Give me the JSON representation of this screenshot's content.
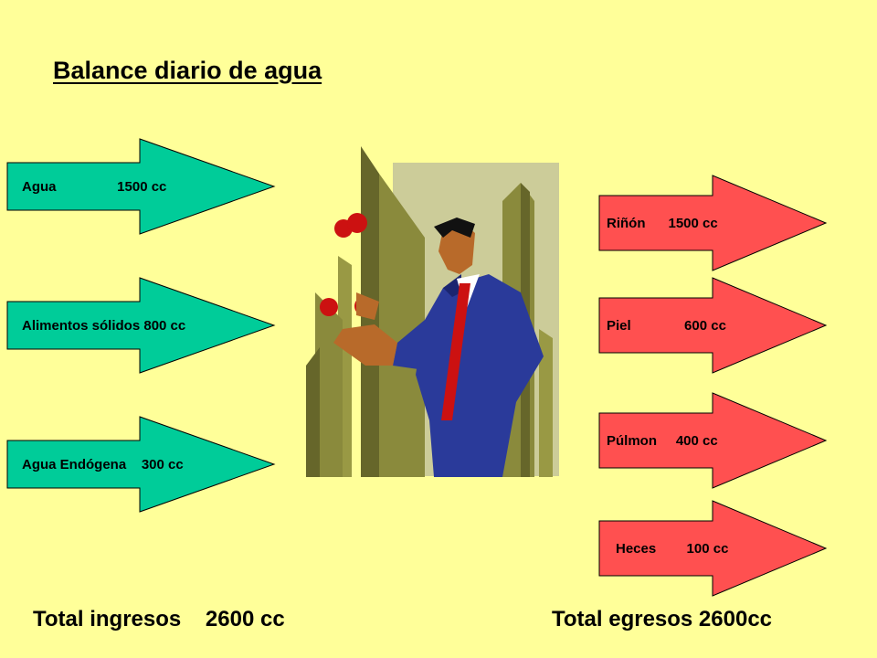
{
  "title": "Balance diario de agua",
  "colors": {
    "background": "#FFFF99",
    "ingreso_arrow": "#00CC99",
    "egreso_arrow": "#FF5050"
  },
  "ingresos": [
    {
      "label": "Agua                1500 cc",
      "value_cc": 1500
    },
    {
      "label": "Alimentos sólidos 800 cc",
      "value_cc": 800
    },
    {
      "label": "Agua Endógena    300 cc",
      "value_cc": 300
    }
  ],
  "egresos": [
    {
      "label": "Riñón      1500 cc",
      "value_cc": 1500
    },
    {
      "label": "Piel              600 cc",
      "value_cc": 600
    },
    {
      "label": "Púlmon     400 cc",
      "value_cc": 400
    },
    {
      "label": "Heces        100 cc",
      "value_cc": 100
    }
  ],
  "totals": {
    "ingresos": "Total ingresos    2600 cc",
    "egresos": "Total egresos 2600cc"
  },
  "illustration": "businessman-juggling-clipart"
}
